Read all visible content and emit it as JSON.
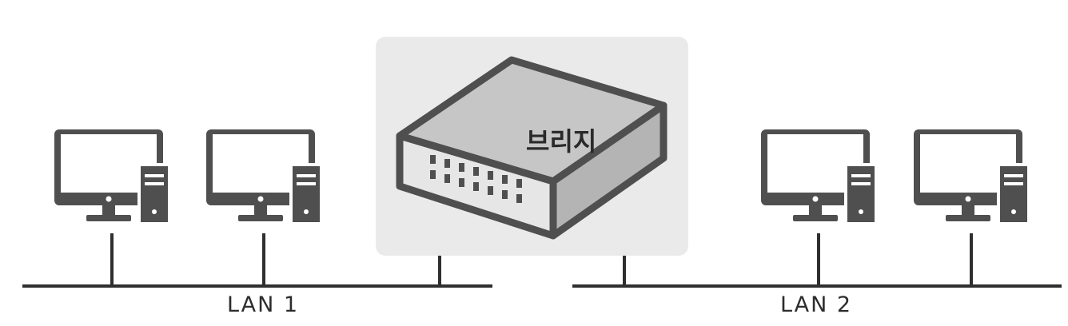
{
  "bridge": {
    "label": "브리지"
  },
  "lans": [
    {
      "label": "LAN 1"
    },
    {
      "label": "LAN 2"
    }
  ],
  "colors": {
    "device_dark": "#4f4f4f",
    "device_top": "#c6c6c6",
    "device_front": "#e6e6e6",
    "device_side": "#b4b4b4",
    "panel_bg": "#eaeaea",
    "line": "#2f2f2f"
  },
  "icons": {
    "computer": "desktop-computer-icon",
    "bridge": "network-bridge-icon"
  }
}
